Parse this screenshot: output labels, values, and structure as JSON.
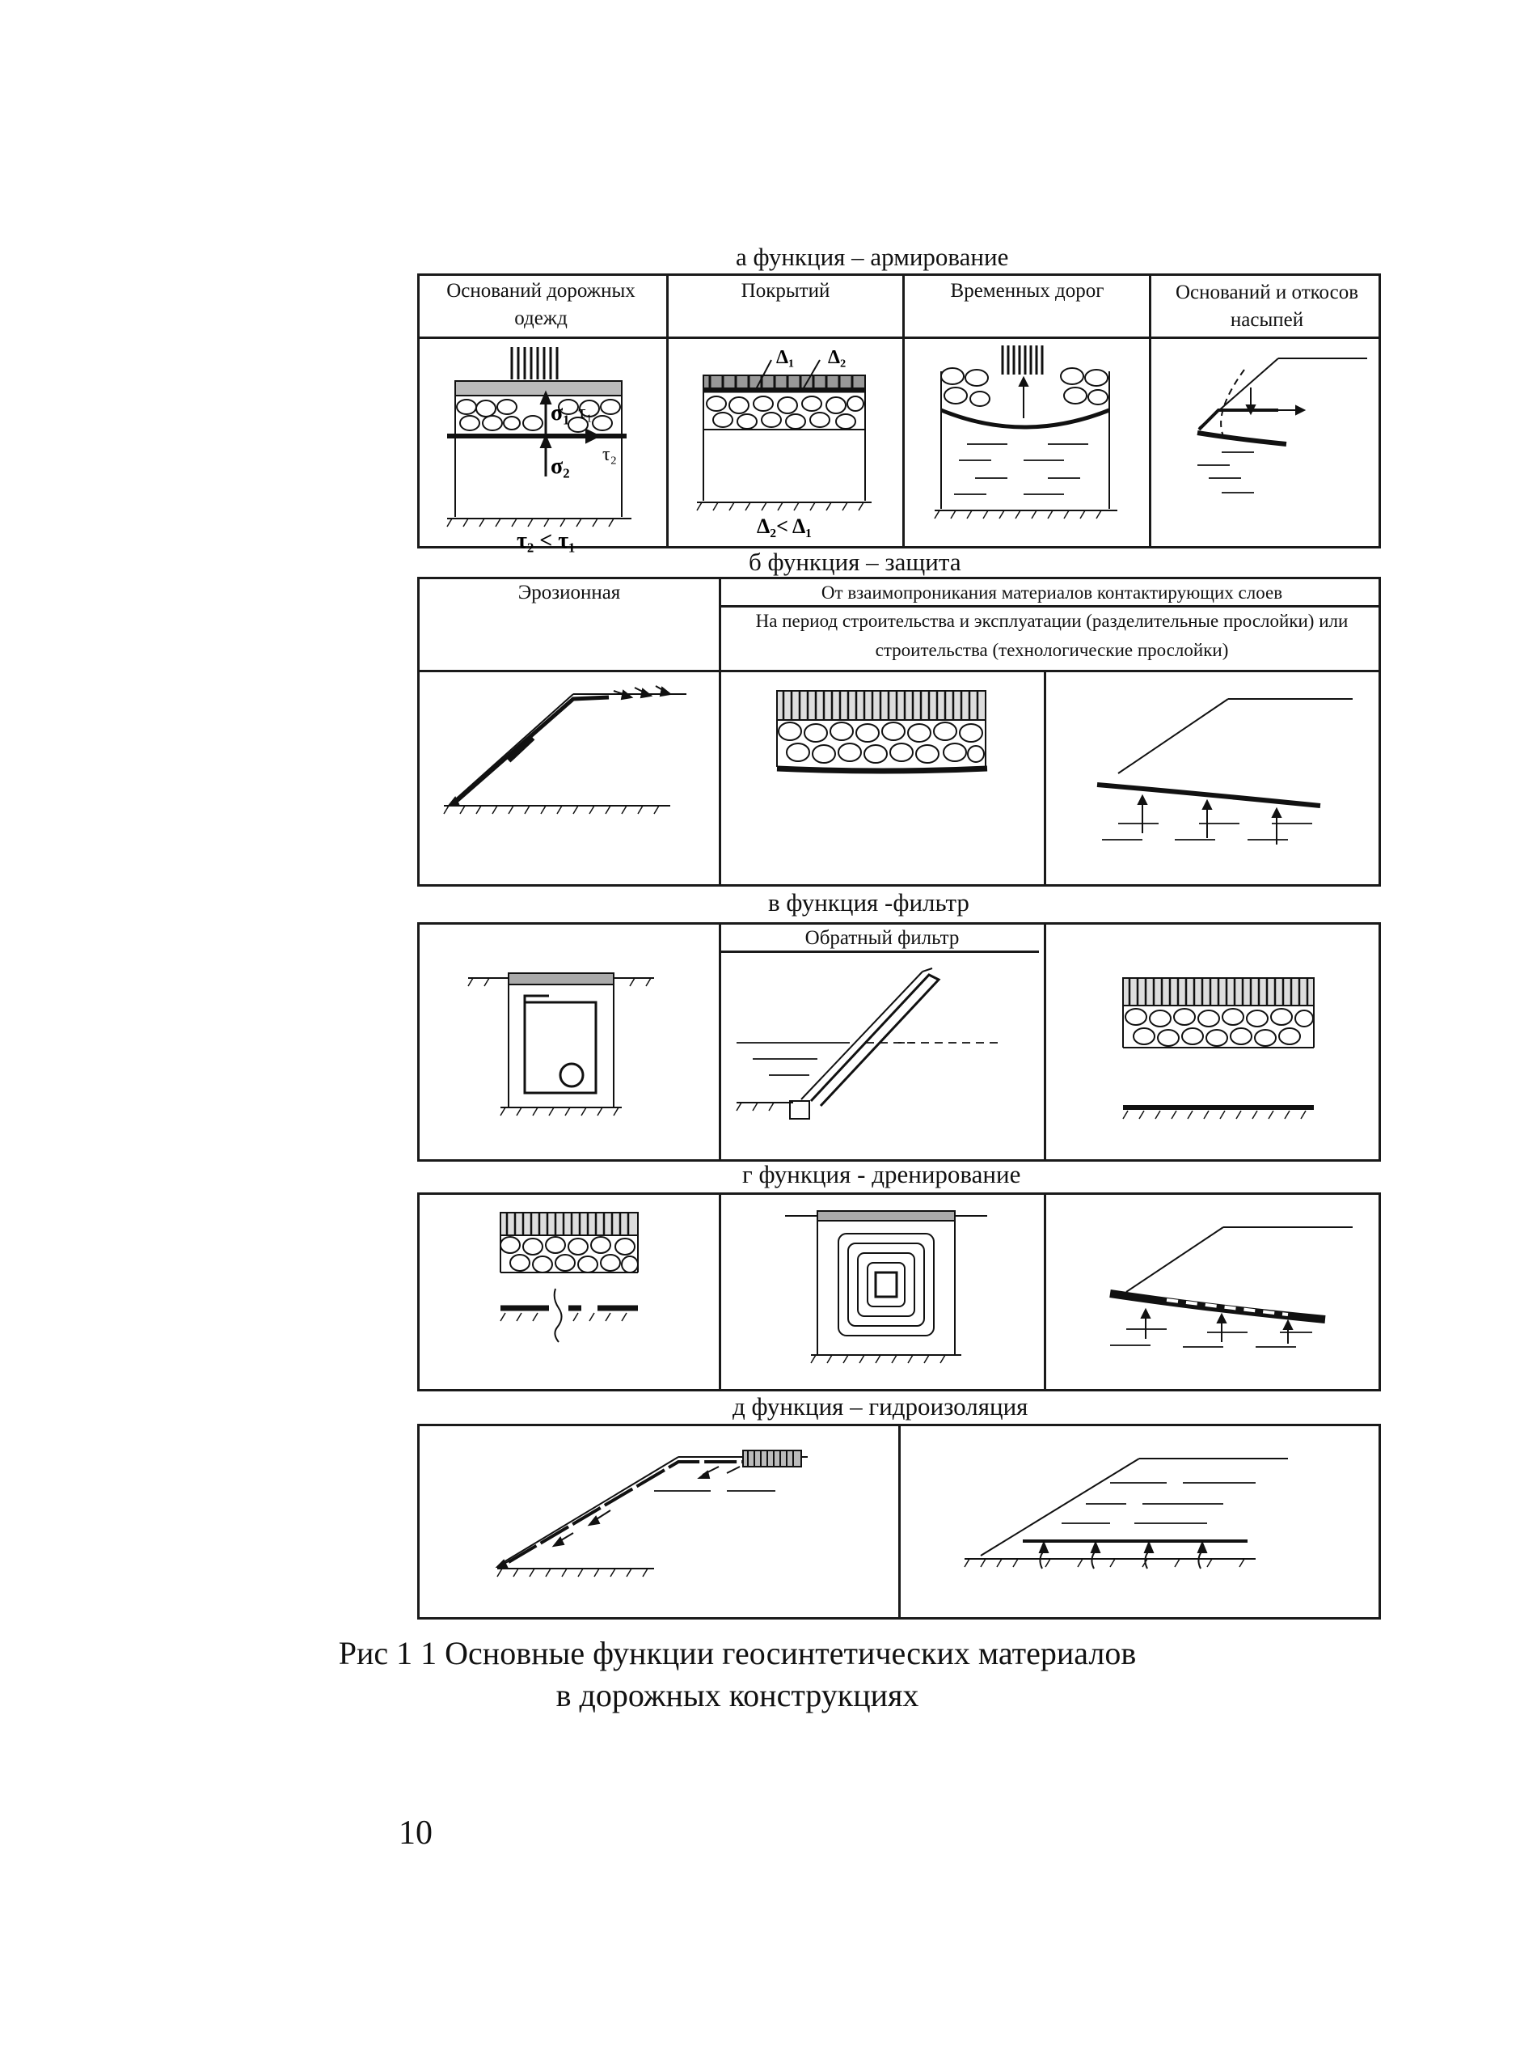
{
  "sections": {
    "a": {
      "title": "а  функция – армирование",
      "headers": [
        "Оснований дорожных одежд",
        "Покрытий",
        "Временных дорог",
        "Оснований и откосов насыпей"
      ],
      "labels": {
        "sigma1": "σ₁",
        "tau1": "τ₁",
        "tau2": "τ₂",
        "sigma2": "σ₂",
        "ineq1": "τ₂ < τ₁",
        "delta1": "Δ₁",
        "delta2": "Δ₂",
        "ineq2": "Δ₂< Δ₁"
      }
    },
    "b": {
      "title": "б  функция – защита",
      "headers": [
        "Эрозионная",
        "От взаимопроникания материалов контактирующих слоев",
        "На период строительства и эксплуатации (разделительные прослойки) или строительства (технологические прослойки)"
      ]
    },
    "v": {
      "title": "в  функция -фильтр",
      "headers": [
        "Обратный фильтр"
      ]
    },
    "g": {
      "title": "г  функция - дренирование"
    },
    "d": {
      "title": "д  функция – гидроизоляция"
    }
  },
  "caption": {
    "line1": "Рис  1 1  Основные функции геосинтетических материалов",
    "line2": "в дорожных конструкциях"
  },
  "page_number": "10"
}
